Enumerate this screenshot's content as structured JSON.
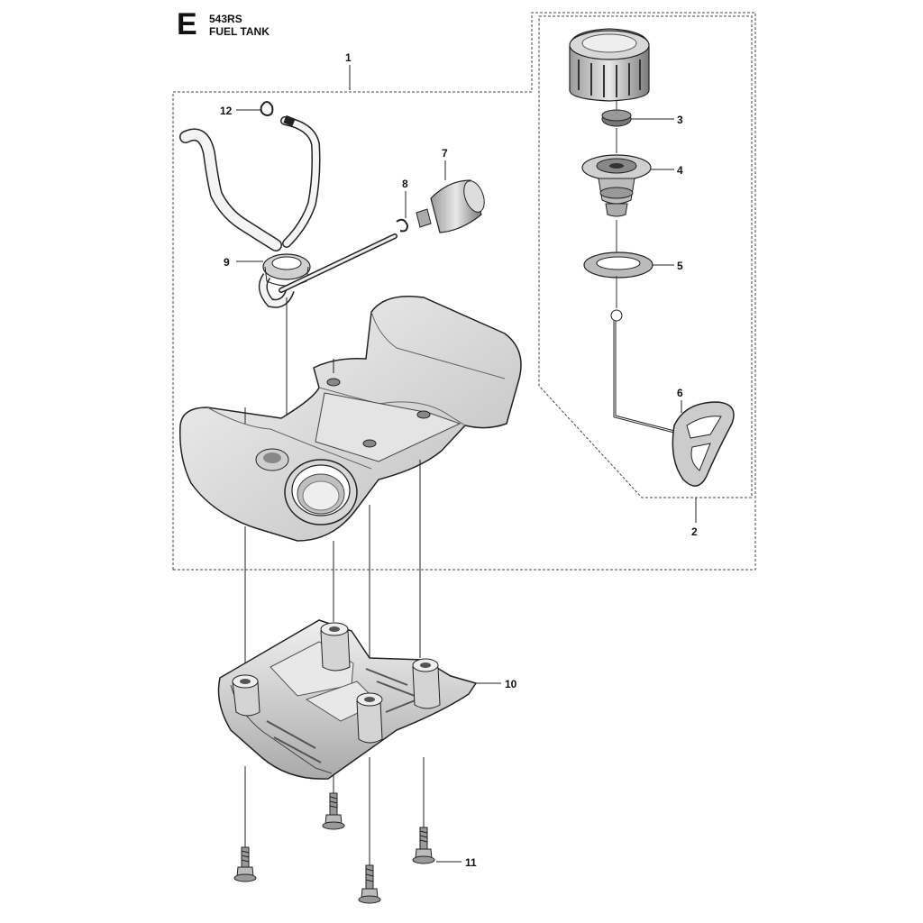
{
  "header": {
    "section": "E",
    "model": "543RS",
    "title": "FUEL TANK"
  },
  "callouts": [
    "1",
    "2",
    "3",
    "4",
    "5",
    "6",
    "7",
    "8",
    "9",
    "10",
    "11",
    "12"
  ],
  "colors": {
    "line": "#1a1a1a",
    "shade": "#c8c8c8",
    "dark": "#555555",
    "background": "#ffffff"
  }
}
